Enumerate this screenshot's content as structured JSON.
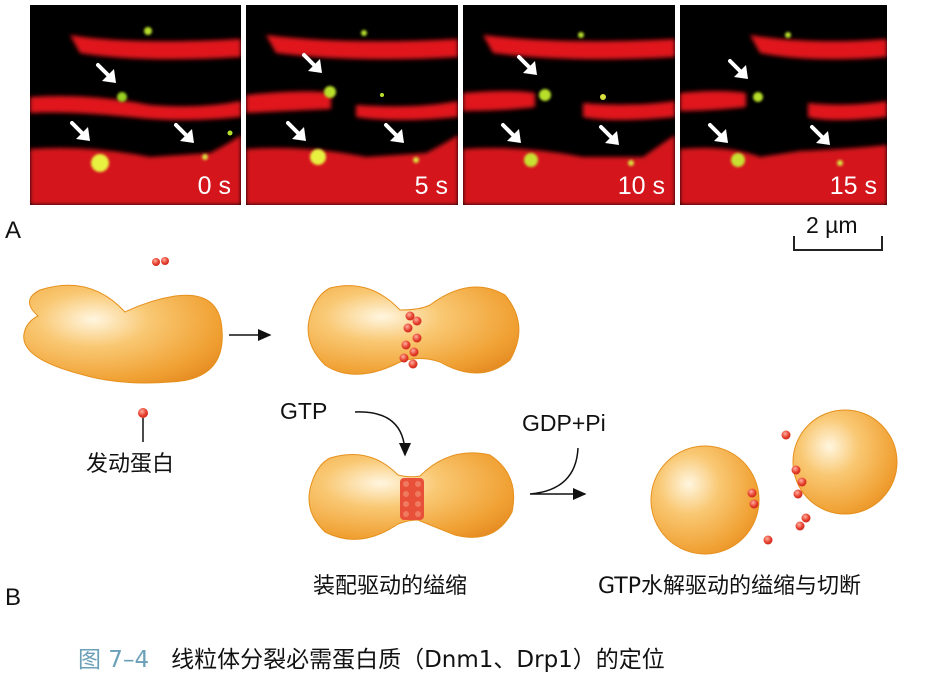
{
  "panel_a": {
    "label": "A",
    "frames": [
      {
        "time": "0 s"
      },
      {
        "time": "5 s"
      },
      {
        "time": "10 s"
      },
      {
        "time": "15 s"
      }
    ],
    "scale_bar": "2 µm"
  },
  "panel_b": {
    "label": "B",
    "dynamin_label": "发动蛋白",
    "gtp_label": "GTP",
    "gdp_label": "GDP+Pi",
    "assembly_caption": "装配驱动的缢缩",
    "hydrolysis_caption": "GTP水解驱动的缢缩与切断"
  },
  "caption": {
    "figure_number": "图 7–4",
    "text": "线粒体分裂必需蛋白质（Dnm1、Drp1）的定位"
  },
  "colors": {
    "mito_red": "#e0141a",
    "dnm1_green": "#b8e02a",
    "organelle_orange": "#f2a030",
    "protein_red": "#e23c2c",
    "caption_blue": "#6aa0b8"
  }
}
